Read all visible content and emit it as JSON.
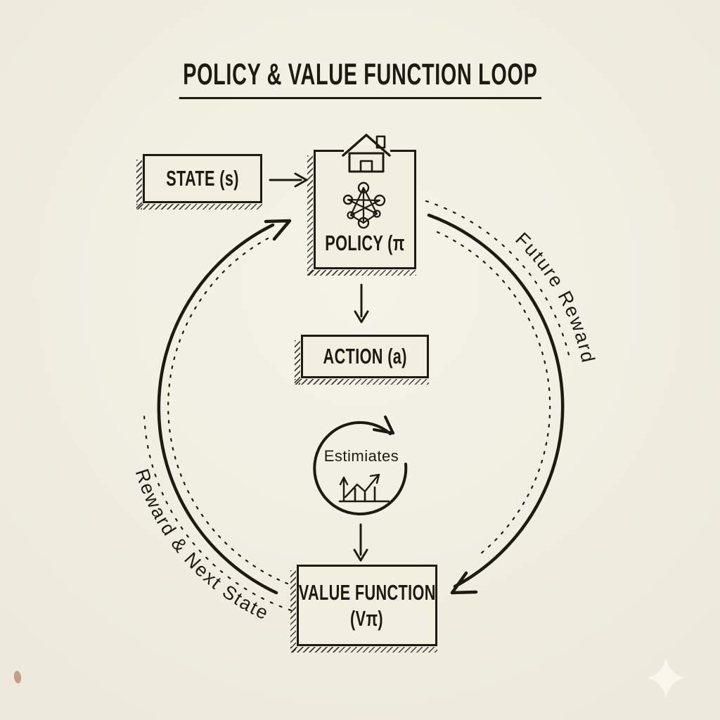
{
  "title": {
    "text": "POLICY & VALUE FUNCTION LOOP"
  },
  "boxes": {
    "state": {
      "label": "STATE (s)"
    },
    "policy": {
      "label": "POLICY (π"
    },
    "action": {
      "label": "ACTION (a)"
    },
    "value_function": {
      "line1": "VALUE FUNCTION",
      "line2": "(Vπ)"
    }
  },
  "loop": {
    "estimates_label": "Estimiates",
    "future_reward_label": "Future Reward",
    "reward_next_state_label": "Reward & Next State"
  },
  "icons": {
    "policy_top": "house-icon",
    "policy_inner": "network-icon",
    "estimates_inner": "growth-chart-icon",
    "corner": "sparkle-icon"
  },
  "colors": {
    "ink": "#1d1a14",
    "paper": "#f2efe1",
    "sparkle": "#f9f7eb",
    "speck": "#b98a70"
  }
}
